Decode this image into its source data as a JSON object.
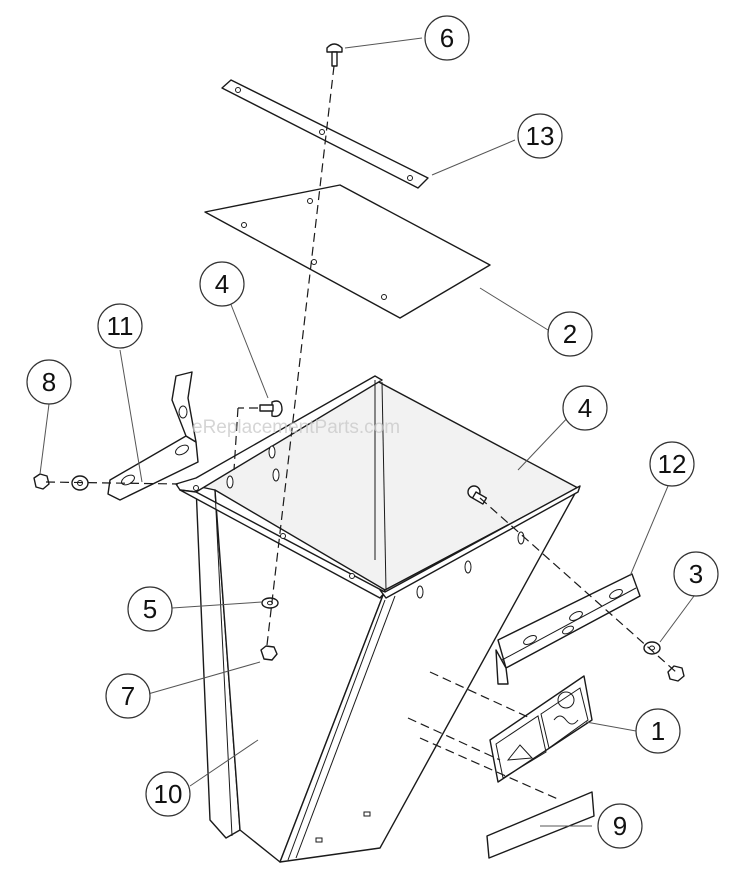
{
  "watermark": "eReplacementParts.com",
  "callouts": [
    "6",
    "13",
    "4",
    "2",
    "11",
    "8",
    "4",
    "12",
    "3",
    "5",
    "7",
    "1",
    "10",
    "9"
  ]
}
